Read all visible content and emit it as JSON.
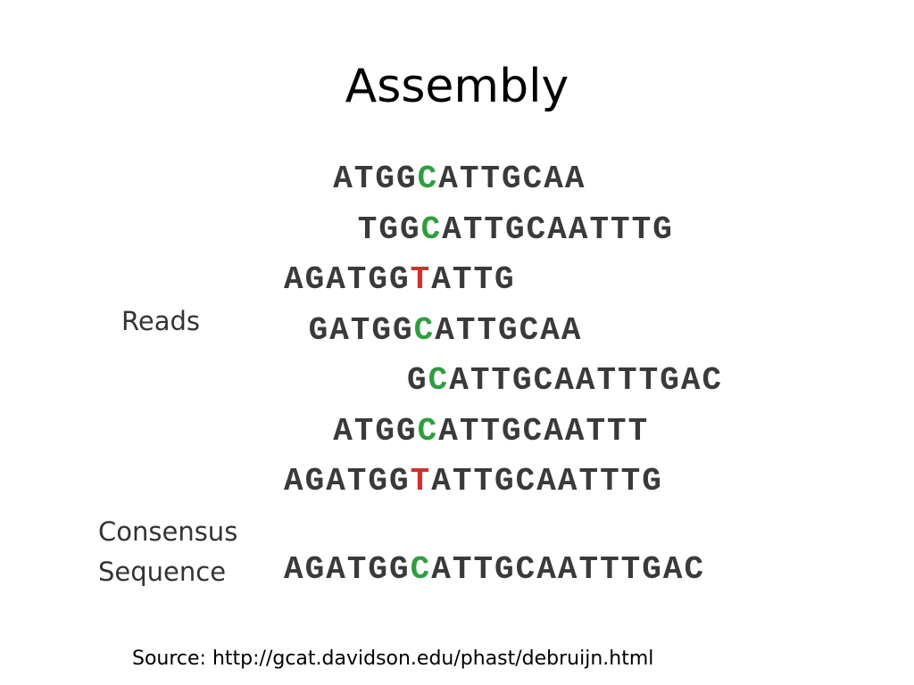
{
  "slide": {
    "title": "Assembly",
    "source": "Source: http://gcat.davidson.edu/phast/debruijn.html"
  },
  "labels": {
    "reads": "Reads",
    "consensus_line1": "Consensus",
    "consensus_line2": "Sequence"
  },
  "reads": [
    {
      "offset": 2,
      "text": "ATGGCATTGCAA",
      "highlight_index": 4,
      "highlight_color": "green"
    },
    {
      "offset": 3,
      "text": "TGGCATTGCAATTTG",
      "highlight_index": 3,
      "highlight_color": "green"
    },
    {
      "offset": 0,
      "text": "AGATGGTATTG",
      "highlight_index": 6,
      "highlight_color": "red"
    },
    {
      "offset": 1,
      "text": "GATGGCATTGCAA",
      "highlight_index": 5,
      "highlight_color": "green"
    },
    {
      "offset": 5,
      "text": "GCATTGCAATTTGAC",
      "highlight_index": 1,
      "highlight_color": "green"
    },
    {
      "offset": 2,
      "text": "ATGGCATTGCAATTT",
      "highlight_index": 4,
      "highlight_color": "green"
    },
    {
      "offset": 0,
      "text": "AGATGGTATTGCAATTTG",
      "highlight_index": 6,
      "highlight_color": "red"
    }
  ],
  "consensus": {
    "offset": 0,
    "text": "AGATGGCATTGCAATTTGAC",
    "highlight_index": 6,
    "highlight_color": "green"
  },
  "colors": {
    "green": "#2e9e3e",
    "red": "#d0312d",
    "base": "#3a3a3a"
  }
}
